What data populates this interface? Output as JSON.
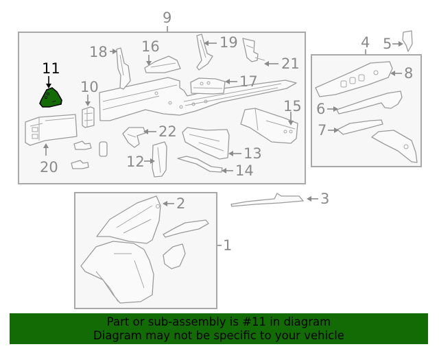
{
  "diagram": {
    "highlighted_part": "11",
    "highlight_color": "#136b06",
    "groups": [
      {
        "id": "9",
        "label": "9",
        "parts": [
          "10",
          "11",
          "12",
          "13",
          "14",
          "15",
          "16",
          "17",
          "18",
          "19",
          "20",
          "21",
          "22"
        ]
      },
      {
        "id": "4",
        "label": "4",
        "parts": [
          "6",
          "7",
          "8"
        ]
      },
      {
        "id": "1",
        "label": "1",
        "parts": [
          "2"
        ]
      }
    ],
    "callouts": {
      "p1": "1",
      "p2": "2",
      "p3": "3",
      "p4": "4",
      "p5": "5",
      "p6": "6",
      "p7": "7",
      "p8": "8",
      "p9": "9",
      "p10": "10",
      "p11": "11",
      "p12": "12",
      "p13": "13",
      "p14": "14",
      "p15": "15",
      "p16": "16",
      "p17": "17",
      "p18": "18",
      "p19": "19",
      "p20": "20",
      "p21": "21",
      "p22": "22"
    }
  },
  "banner": {
    "line1": "Part or sub-assembly is #11 in diagram",
    "line2": "Diagram may not be specific to your vehicle",
    "background": "#136b06"
  }
}
